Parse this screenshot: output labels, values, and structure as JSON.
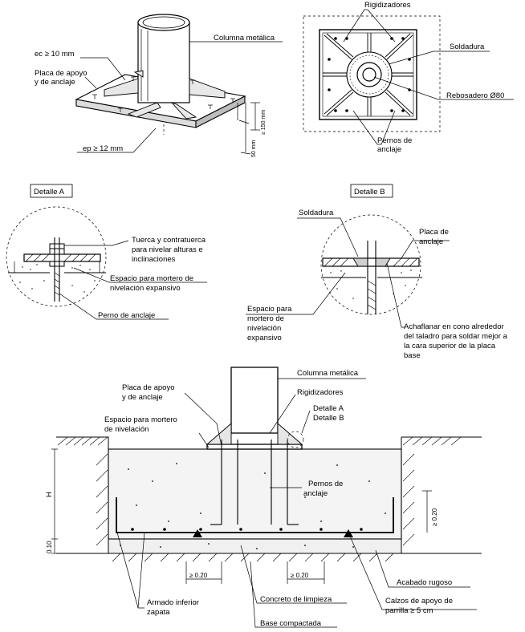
{
  "labels": {
    "columna_metalica_top": "Columna metálica",
    "ec": "ec",
    "ec_value": "≥ 10 mm",
    "placa_apoyo_top_1": "Placa de apoyo",
    "placa_apoyo_top_2": "y de anclaje",
    "ep": "ep",
    "ep_value": "≥ 12 mm",
    "dim_150": "≥ 150 mm",
    "dim_50": "50 mm",
    "rigidizadores_top": "Rigidizadores",
    "soldadura_top": "Soldadura",
    "rebosadero": "Rebosadero Ø80",
    "pernos_top_1": "Pernos de",
    "pernos_top_2": "anclaje",
    "detalle_a": "Detalle A",
    "detalle_b": "Detalle B",
    "tuerca_1": "Tuerca y contratuerca",
    "tuerca_2": "para nivelar alturas e",
    "tuerca_3": "inclinaciones",
    "espacio_a_1": "Espacio para mortero de",
    "espacio_a_2": "nivelación expansivo",
    "perno_a": "Perno de anclaje",
    "soldadura_b": "Soldadura",
    "placa_b_1": "Placa de",
    "placa_b_2": "anclaje",
    "espacio_b_1": "Espacio para",
    "espacio_b_2": "mortero de",
    "espacio_b_3": "nivelación",
    "espacio_b_4": "expansivo",
    "achaflanar_1": "Achaflanar en cono alrededor",
    "achaflanar_2": "del taladro para soldar mejor a",
    "achaflanar_3": "la cara superior de la placa",
    "achaflanar_4": "base",
    "columna_metalica_bottom": "Columna metálica",
    "placa_apoyo_bottom_1": "Placa de apoyo",
    "placa_apoyo_bottom_2": "y de anclaje",
    "rigidizadores_bottom": "Rigidizadores",
    "espacio_mortero_1": "Espacio para mortero",
    "espacio_mortero_2": "de nivelación",
    "detalle_a_ref": "Detalle A",
    "detalle_b_ref": "Detalle B",
    "pernos_bottom_1": "Pernos de",
    "pernos_bottom_2": "anclaje",
    "dim_h": "H",
    "dim_010": "0.10",
    "dim_020_right": "≥ 0.20",
    "dim_020_a": "≥ 0.20",
    "dim_020_b": "≥ 0.20",
    "acabado": "Acabado rugoso",
    "armado_1": "Armado inferior",
    "armado_2": "zapata",
    "concreto": "Concreto de limpieza",
    "calzos_1": "Calzos de apoyo de",
    "calzos_2": "parrilla",
    "calzos_3": "≥ 5 cm",
    "base": "Base compactada"
  }
}
